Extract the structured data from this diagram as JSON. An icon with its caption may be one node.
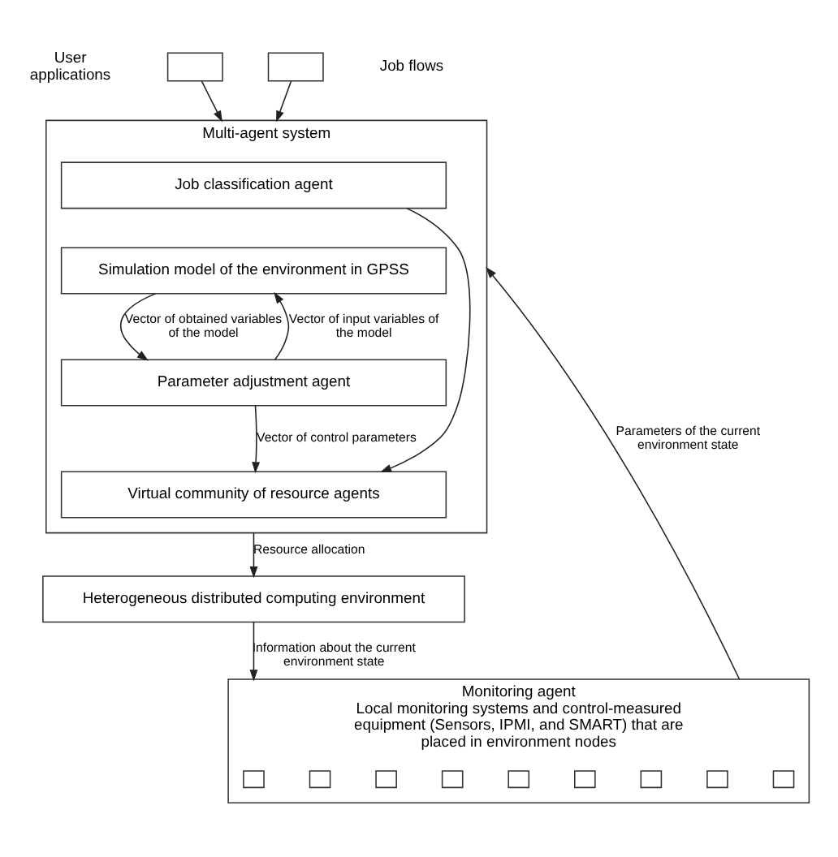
{
  "diagram": {
    "nodes": [
      {
        "text": [],
        "shape": "box"
      },
      {
        "text": [],
        "shape": "box"
      },
      {
        "text": [
          "Multi-agent system"
        ]
      },
      {
        "text": [
          "Job classification agent"
        ],
        "in": 2
      },
      {
        "text": [
          "Simulation model of the environment in GPSS"
        ],
        "in": 2
      },
      {
        "text": [
          "Parameter adjustment agent"
        ],
        "in": 2
      },
      {
        "text": [
          "Virtual community of resource agents"
        ],
        "in": 2
      },
      {
        "text": [
          "Heterogeneous distributed computing environment"
        ]
      },
      {
        "text": [
          "Monitoring agent",
          "Local monitoring systems and control-measured equipment (Sensors, IPMI, and SMART) that are placed in environment nodes"
        ]
      },
      {
        "text": [],
        "shape": "box",
        "in": 8
      },
      {
        "text": [],
        "shape": "box",
        "in": 8
      },
      {
        "text": [],
        "shape": "box",
        "in": 8
      },
      {
        "text": [],
        "shape": "box",
        "in": 8
      },
      {
        "text": [],
        "shape": "box",
        "in": 8
      },
      {
        "text": [],
        "shape": "box",
        "in": 8
      },
      {
        "text": [],
        "shape": "box",
        "in": 8
      },
      {
        "text": [],
        "shape": "box",
        "in": 8
      },
      {
        "text": [],
        "shape": "box",
        "in": 8
      }
    ],
    "edges": [
      {
        "from": 0,
        "to": 2,
        "arrow": "to"
      },
      {
        "from": 1,
        "to": 2,
        "arrow": "to"
      },
      {
        "from": 3,
        "to": 6,
        "arrow": "to"
      },
      {
        "from": 5,
        "to": 4,
        "arrow": "to",
        "label": "Vector of input variables of the model"
      },
      {
        "from": 4,
        "to": 5,
        "arrow": "to",
        "label": "Vector of obtained variables of the model"
      },
      {
        "from": 5,
        "to": 6,
        "arrow": "to",
        "label": "Vector of control parameters"
      },
      {
        "from": 2,
        "to": 7,
        "arrow": "to",
        "label": "Resource allocation"
      },
      {
        "from": 7,
        "to": 8,
        "arrow": "to",
        "label": "Information about the current environment state"
      },
      {
        "from": 8,
        "to": 2,
        "arrow": "to",
        "label": "Parameters of the current environment state"
      }
    ],
    "labels": [
      "User applications",
      "Job flows"
    ]
  }
}
